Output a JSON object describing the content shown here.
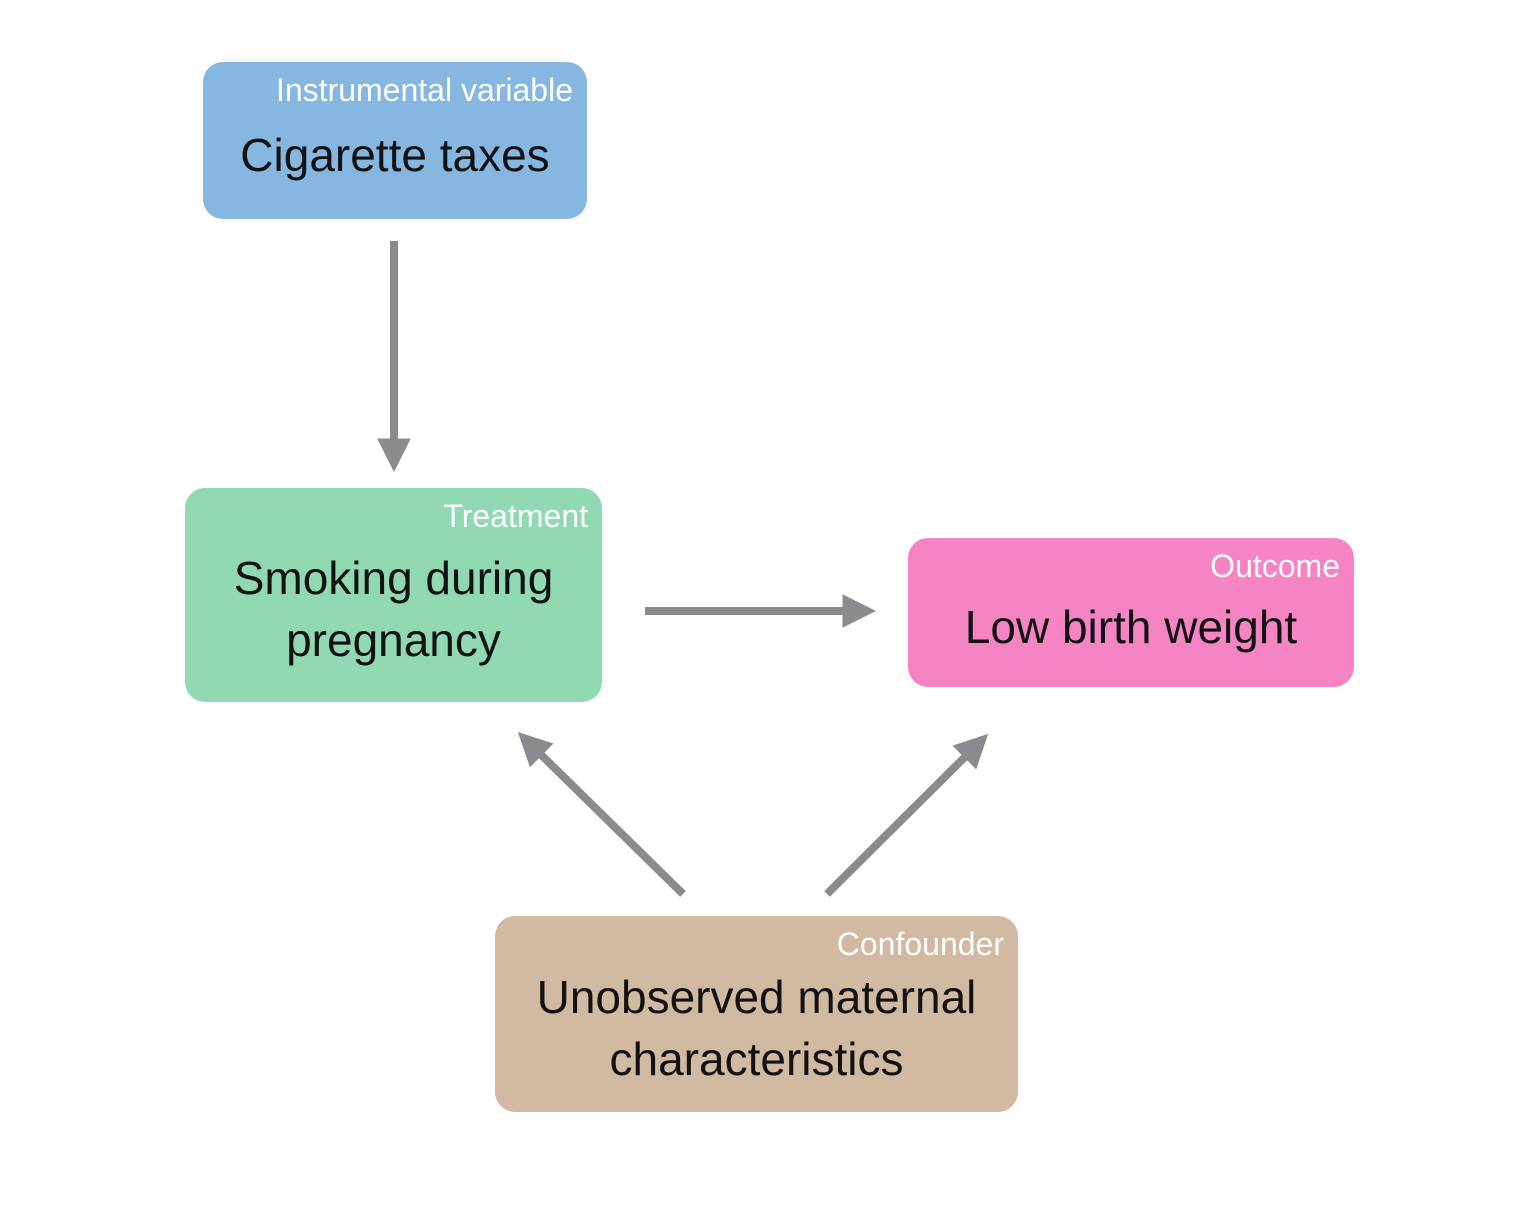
{
  "diagram": {
    "background": "#ffffff",
    "arrow_color": "#898b8e",
    "label_color": "#fdfdfd",
    "text_color": "#121212",
    "nodes": {
      "instrumental": {
        "label": "Instrumental variable",
        "text": "Cigarette taxes",
        "color": "#85b7e0"
      },
      "treatment": {
        "label": "Treatment",
        "text": "Smoking during pregnancy",
        "color": "#90d9b3"
      },
      "outcome": {
        "label": "Outcome",
        "text": "Low birth weight",
        "color": "#f584c5"
      },
      "confounder": {
        "label": "Confounder",
        "text": "Unobserved maternal characteristics",
        "color": "#d2b9a2"
      }
    },
    "edges": [
      {
        "from": "instrumental",
        "to": "treatment"
      },
      {
        "from": "treatment",
        "to": "outcome"
      },
      {
        "from": "confounder",
        "to": "treatment"
      },
      {
        "from": "confounder",
        "to": "outcome"
      }
    ]
  }
}
